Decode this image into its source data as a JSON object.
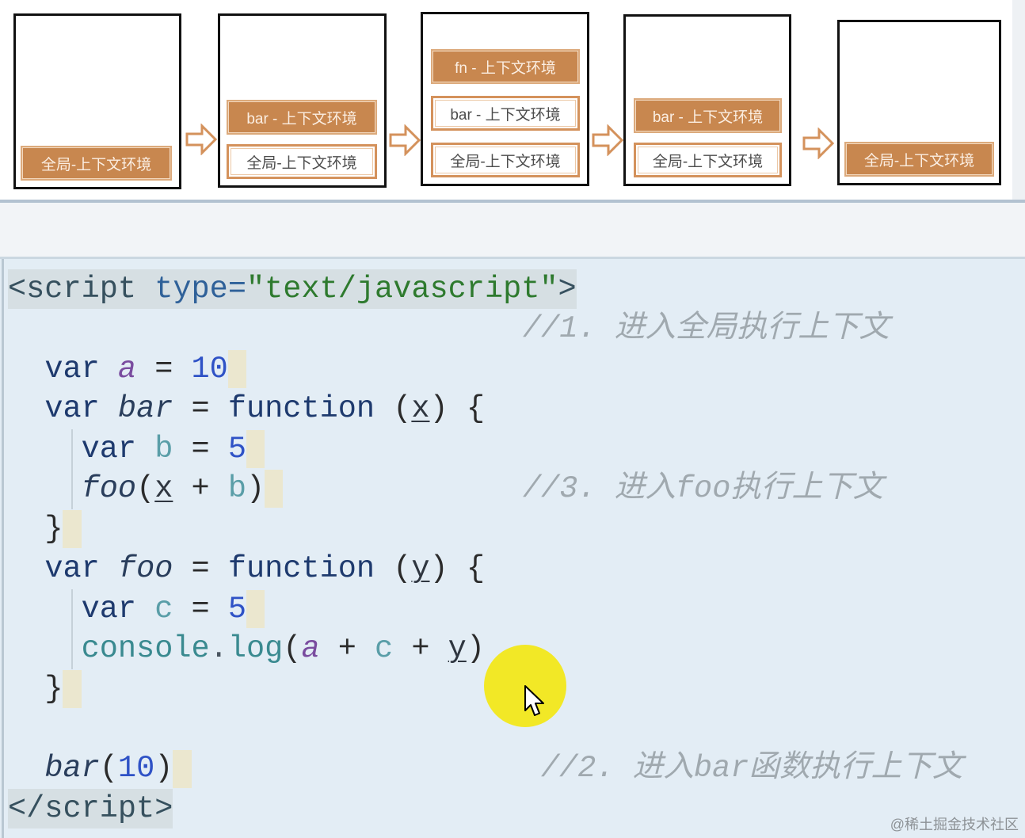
{
  "diagram": {
    "stacks": [
      {
        "frames": [
          {
            "label": "全局-上下文环境",
            "filled": true
          }
        ]
      },
      {
        "frames": [
          {
            "label": "bar - 上下文环境",
            "filled": true
          },
          {
            "label": "全局-上下文环境",
            "filled": false
          }
        ]
      },
      {
        "frames": [
          {
            "label": "fn - 上下文环境",
            "filled": true
          },
          {
            "label": "bar - 上下文环境",
            "filled": false
          },
          {
            "label": "全局-上下文环境",
            "filled": false
          }
        ]
      },
      {
        "frames": [
          {
            "label": "bar - 上下文环境",
            "filled": true
          },
          {
            "label": "全局-上下文环境",
            "filled": false
          }
        ]
      },
      {
        "frames": [
          {
            "label": "全局-上下文环境",
            "filled": true
          }
        ]
      }
    ]
  },
  "icons": {
    "transition_arrow": "right-arrow-icon",
    "pointer": "mouse-pointer-icon"
  },
  "colors": {
    "editor_bg": "#e3edf5",
    "frame_fill": "#c8874f",
    "frame_outline": "#d4925c",
    "stack_border": "#111111",
    "highlight": "#f3e716",
    "comment": "#a0a9af",
    "eol_marker": "#ebe7cf",
    "shaded_region": "#d6dfe3"
  },
  "code": {
    "lines": [
      {
        "shaded": true,
        "tokens": [
          {
            "text": "<script",
            "color": "#36505e"
          },
          {
            "text": " "
          },
          {
            "text": "type=",
            "color": "#2f6199"
          },
          {
            "text": "\"text/javascript\"",
            "color": "#2e7a2e"
          },
          {
            "text": ">",
            "color": "#36505e"
          }
        ]
      },
      {
        "tokens": [],
        "comment": "//1. 进入全局执行上下文"
      },
      {
        "eol_marker": true,
        "tokens": [
          {
            "text": "  "
          },
          {
            "text": "var",
            "color": "#1e3a6e"
          },
          {
            "text": " "
          },
          {
            "text": "a",
            "color": "#7a4c9f",
            "italic": true
          },
          {
            "text": " = "
          },
          {
            "text": "10",
            "color": "#2f52c6"
          }
        ]
      },
      {
        "tokens": [
          {
            "text": "  "
          },
          {
            "text": "var",
            "color": "#1e3a6e"
          },
          {
            "text": " "
          },
          {
            "text": "bar",
            "color": "#2a3e5c",
            "italic": true
          },
          {
            "text": " = "
          },
          {
            "text": "function",
            "color": "#1e3a6e"
          },
          {
            "text": " ("
          },
          {
            "text": "x",
            "color": "#2f3640",
            "underline": true
          },
          {
            "text": ") {"
          }
        ]
      },
      {
        "eol_marker": true,
        "tokens": [
          {
            "text": "    "
          },
          {
            "text": "var",
            "color": "#1e3a6e"
          },
          {
            "text": " "
          },
          {
            "text": "b",
            "color": "#5a9ea8"
          },
          {
            "text": " = "
          },
          {
            "text": "5",
            "color": "#2f52c6"
          }
        ]
      },
      {
        "eol_marker": true,
        "comment": "//3. 进入foo执行上下文",
        "tokens": [
          {
            "text": "    "
          },
          {
            "text": "foo",
            "color": "#2a3e5c",
            "italic": true
          },
          {
            "text": "("
          },
          {
            "text": "x",
            "color": "#2f3640",
            "underline": true
          },
          {
            "text": " + "
          },
          {
            "text": "b",
            "color": "#5a9ea8"
          },
          {
            "text": ")"
          }
        ]
      },
      {
        "eol_marker": true,
        "tokens": [
          {
            "text": "  "
          },
          {
            "text": "}"
          }
        ]
      },
      {
        "tokens": [
          {
            "text": "  "
          },
          {
            "text": "var",
            "color": "#1e3a6e"
          },
          {
            "text": " "
          },
          {
            "text": "foo",
            "color": "#2a3e5c",
            "italic": true
          },
          {
            "text": " = "
          },
          {
            "text": "function",
            "color": "#1e3a6e"
          },
          {
            "text": " ("
          },
          {
            "text": "y",
            "color": "#2f3640",
            "underline": true
          },
          {
            "text": ") {"
          }
        ]
      },
      {
        "eol_marker": true,
        "tokens": [
          {
            "text": "    "
          },
          {
            "text": "var",
            "color": "#1e3a6e"
          },
          {
            "text": " "
          },
          {
            "text": "c",
            "color": "#5a9ea8"
          },
          {
            "text": " = "
          },
          {
            "text": "5",
            "color": "#2f52c6"
          }
        ]
      },
      {
        "tokens": [
          {
            "text": "    "
          },
          {
            "text": "console",
            "color": "#3a8a90"
          },
          {
            "text": ".",
            "color": "#4a5560"
          },
          {
            "text": "log",
            "color": "#3a8a90"
          },
          {
            "text": "("
          },
          {
            "text": "a",
            "color": "#7a4c9f",
            "italic": true
          },
          {
            "text": " + "
          },
          {
            "text": "c",
            "color": "#5a9ea8"
          },
          {
            "text": " + "
          },
          {
            "text": "y",
            "color": "#2f3640",
            "underline": true
          },
          {
            "text": ")"
          }
        ]
      },
      {
        "eol_marker": true,
        "tokens": [
          {
            "text": "  "
          },
          {
            "text": "}"
          }
        ]
      },
      {
        "tokens": []
      },
      {
        "eol_marker": true,
        "comment": "//2. 进入bar函数执行上下文",
        "tokens": [
          {
            "text": "  "
          },
          {
            "text": "bar",
            "color": "#2a3e5c",
            "italic": true
          },
          {
            "text": "("
          },
          {
            "text": "10",
            "color": "#2f52c6"
          },
          {
            "text": ")"
          }
        ]
      },
      {
        "shaded": true,
        "tokens": [
          {
            "text": "</script>",
            "color": "#36505e"
          }
        ]
      }
    ]
  },
  "watermark": "@稀土掘金技术社区"
}
